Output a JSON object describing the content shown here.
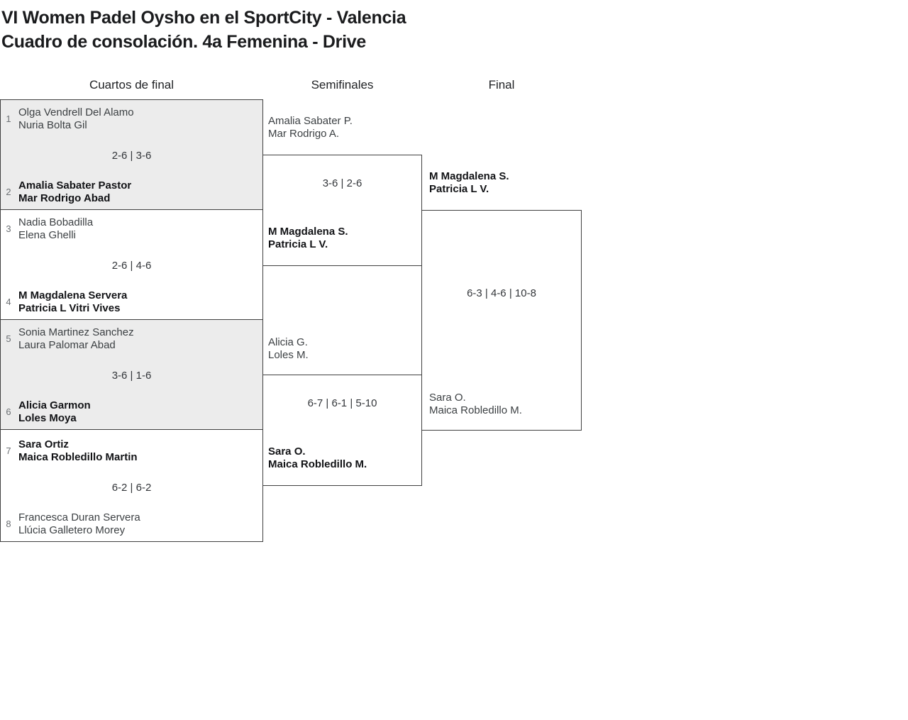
{
  "header": {
    "title": "VI Women Padel Oysho en el SportCity - Valencia",
    "subtitle": "Cuadro de consolación. 4a Femenina - Drive"
  },
  "rounds": {
    "quarterfinals_label": "Cuartos de final",
    "semifinals_label": "Semifinales",
    "final_label": "Final"
  },
  "colors": {
    "shaded_block_bg": "#ececec",
    "line": "#404040",
    "normal_text": "#3c4043",
    "winner_text": "#121316",
    "seed_text": "#6b6f73"
  },
  "quarterfinals": [
    {
      "seed1": "1",
      "team1_line1": "Olga Vendrell Del Alamo",
      "team1_line2": "Nuria Bolta Gil",
      "team1_winner": false,
      "score": "2-6 | 3-6",
      "seed2": "2",
      "team2_line1": "Amalia Sabater Pastor",
      "team2_line2": "Mar Rodrigo Abad",
      "team2_winner": true,
      "shaded": true
    },
    {
      "seed1": "3",
      "team1_line1": "Nadia Bobadilla",
      "team1_line2": "Elena Ghelli",
      "team1_winner": false,
      "score": "2-6 | 4-6",
      "seed2": "4",
      "team2_line1": "M Magdalena Servera",
      "team2_line2": "Patricia L Vitri Vives",
      "team2_winner": true,
      "shaded": false
    },
    {
      "seed1": "5",
      "team1_line1": "Sonia Martinez Sanchez",
      "team1_line2": "Laura Palomar Abad",
      "team1_winner": false,
      "score": "3-6 | 1-6",
      "seed2": "6",
      "team2_line1": "Alicia Garmon",
      "team2_line2": "Loles Moya",
      "team2_winner": true,
      "shaded": true
    },
    {
      "seed1": "7",
      "team1_line1": "Sara Ortiz",
      "team1_line2": "Maica Robledillo Martin",
      "team1_winner": true,
      "score": "6-2 | 6-2",
      "seed2": "8",
      "team2_line1": "Francesca Duran Servera",
      "team2_line2": "Llúcia Galletero Morey",
      "team2_winner": false,
      "shaded": false
    }
  ],
  "semifinals": [
    {
      "team1_line1": "Amalia Sabater P.",
      "team1_line2": "Mar Rodrigo A.",
      "team1_winner": false,
      "score": "3-6 | 2-6",
      "team2_line1": "M Magdalena S.",
      "team2_line2": "Patricia L V.",
      "team2_winner": true
    },
    {
      "team1_line1": "Alicia G.",
      "team1_line2": "Loles M.",
      "team1_winner": false,
      "score": "6-7 | 6-1 | 5-10",
      "team2_line1": "Sara O.",
      "team2_line2": "Maica Robledillo M.",
      "team2_winner": true
    }
  ],
  "final": {
    "team1_line1": "M Magdalena S.",
    "team1_line2": "Patricia L V.",
    "team1_winner": true,
    "score": "6-3 | 4-6 | 10-8",
    "team2_line1": "Sara O.",
    "team2_line2": "Maica Robledillo M.",
    "team2_winner": false
  }
}
